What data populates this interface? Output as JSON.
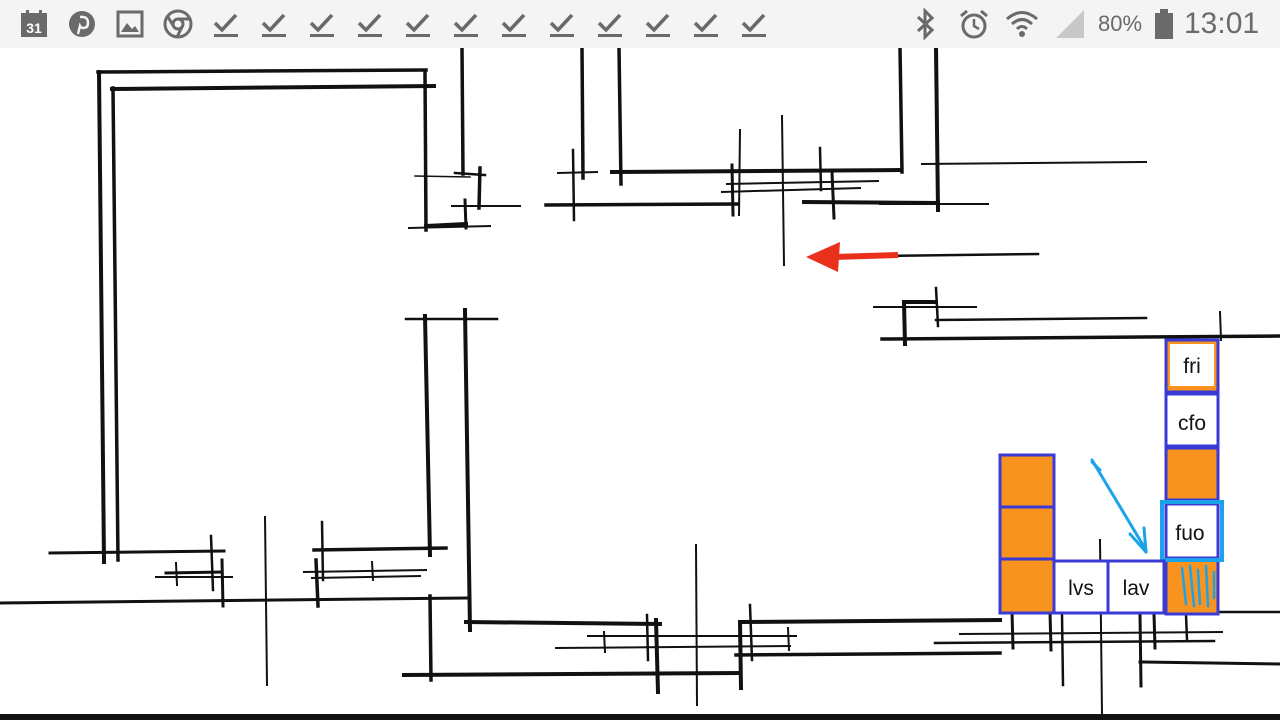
{
  "status_bar": {
    "calendar_day": "31",
    "battery": "80%",
    "time": "13:01",
    "icons": [
      "calendar-icon",
      "pinterest-icon",
      "gallery-icon",
      "chrome-icon",
      "check-icon",
      "check-icon",
      "check-icon",
      "check-icon",
      "check-icon",
      "check-icon",
      "check-icon",
      "check-icon",
      "check-icon",
      "check-icon",
      "check-icon",
      "check-icon",
      "bluetooth-icon",
      "alarm-icon",
      "wifi-icon",
      "signal-icon",
      "battery-icon"
    ]
  },
  "kitchen": {
    "cells": {
      "fri": "fri",
      "cfo": "cfo",
      "fuo": "fuo",
      "lvs": "lvs",
      "lav": "lav"
    }
  },
  "colors": {
    "wall": "#111111",
    "arrow": "#e8301a",
    "cell_fill": "#f7931e",
    "cell_border": "#3a3ad6",
    "annotation": "#1aa3e8",
    "status_icon": "#6a6a6a"
  }
}
